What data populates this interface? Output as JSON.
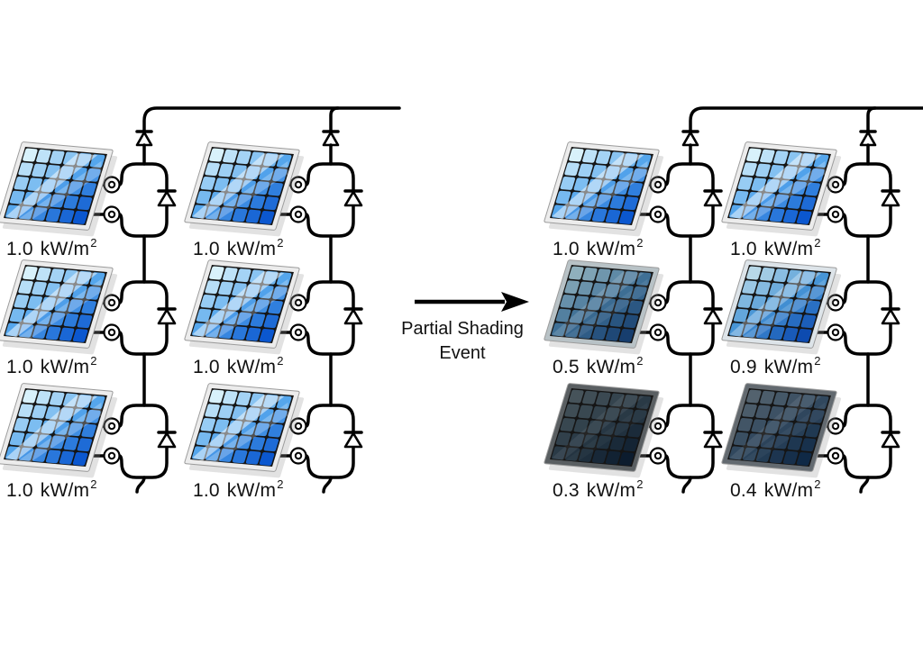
{
  "figure": {
    "description": "PV array partial shading schematic",
    "arrow": {
      "label_line1": "Partial Shading",
      "label_line2": "Event"
    },
    "unit_label": {
      "unit": "kW/m",
      "exponent": "2"
    },
    "left_array": {
      "panels": [
        {
          "irradiance": "1.0",
          "shade": "full"
        },
        {
          "irradiance": "1.0",
          "shade": "full"
        },
        {
          "irradiance": "1.0",
          "shade": "full"
        },
        {
          "irradiance": "1.0",
          "shade": "full"
        },
        {
          "irradiance": "1.0",
          "shade": "full"
        },
        {
          "irradiance": "1.0",
          "shade": "full"
        }
      ]
    },
    "right_array": {
      "panels": [
        {
          "irradiance": "1.0",
          "shade": "full"
        },
        {
          "irradiance": "1.0",
          "shade": "full"
        },
        {
          "irradiance": "0.5",
          "shade": "heavy_partial"
        },
        {
          "irradiance": "0.9",
          "shade": "light_partial"
        },
        {
          "irradiance": "0.3",
          "shade": "deep"
        },
        {
          "irradiance": "0.4",
          "shade": "deep2"
        }
      ]
    },
    "palettes": {
      "full": {
        "frame": "#ececec",
        "light": "#d8f1fb",
        "mid": "#55a6ec",
        "dark": "#0b57cf",
        "glare": 0.5
      },
      "light_partial": {
        "frame": "#dde4e9",
        "light": "#b7d8e8",
        "mid": "#4795d6",
        "dark": "#0d4bb0",
        "glare": 0.32
      },
      "heavy_partial": {
        "frame": "#b8c2c6",
        "light": "#8fb0bd",
        "mid": "#3f7096",
        "dark": "#173e6e",
        "glare": 0.16
      },
      "deep": {
        "frame": "#5a5f62",
        "light": "#46535a",
        "mid": "#2a3a46",
        "dark": "#0c1c2e",
        "glare": 0.07
      },
      "deep2": {
        "frame": "#636a70",
        "light": "#53626e",
        "mid": "#31485e",
        "dark": "#0f2946",
        "glare": 0.09
      }
    },
    "colors": {
      "wire": "#000000",
      "text": "#111111",
      "background": "#ffffff",
      "cell_gap": "#151515"
    }
  }
}
